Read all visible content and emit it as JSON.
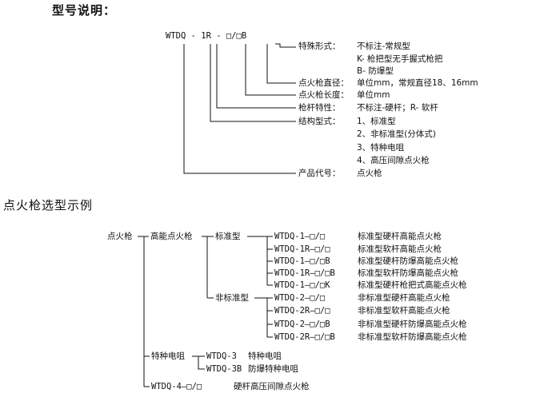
{
  "sections": {
    "model_title": "型号说明：",
    "example_title": "点火枪选型示例"
  },
  "model": {
    "code": "WTDQ - 1R - □/□B",
    "labels": {
      "special_form": "特殊形式：",
      "diameter": "点火枪直径：",
      "length": "点火枪长度：",
      "rod": "枪杆特性：",
      "structure": "结构型式：",
      "product": "产品代号："
    },
    "values": {
      "special_form": [
        "不标注-常规型",
        "K- 枪把型无手握式枪把",
        "B- 防爆型"
      ],
      "diameter": "单位mm，常规直径18、16mm",
      "length": "单位mm",
      "rod": "不标注-硬杆；R- 软杆",
      "structure": [
        "1、标准型",
        "2、非标准型(分体式)",
        "3、特种电咀",
        "4、高压间隙点火枪"
      ],
      "product": "点火枪"
    }
  },
  "tree": {
    "root": "点火枪",
    "high_energy": "高能点火枪",
    "standard": "标准型",
    "nonstandard": "非标准型",
    "special_nozzle": "特种电咀",
    "standard_items": [
      {
        "code": "WTDQ-1—□/□",
        "desc": "标准型硬杆高能点火枪"
      },
      {
        "code": "WTDQ-1R—□/□",
        "desc": "标准型软杆高能点火枪"
      },
      {
        "code": "WTDQ-1—□/□B",
        "desc": "标准型硬杆防爆高能点火枪"
      },
      {
        "code": "WTDQ-1R—□/□B",
        "desc": "标准型软杆防爆高能点火枪"
      },
      {
        "code": "WTDQ-1—□/□K",
        "desc": "标准型硬杆枪把式高能点火枪"
      }
    ],
    "nonstandard_items": [
      {
        "code": "WTDQ-2—□/□",
        "desc": "非标准型硬杆高能点火枪"
      },
      {
        "code": "WTDQ-2R—□/□",
        "desc": "非标准型软杆高能点火枪"
      },
      {
        "code": "WTDQ-2—□/□B",
        "desc": "非标准型硬杆防爆高能点火枪"
      },
      {
        "code": "WTDQ-2R—□/□B",
        "desc": "非标准型软杆防爆高能点火枪"
      }
    ],
    "special_items": [
      {
        "code": "WTDQ-3",
        "desc": "特种电咀"
      },
      {
        "code": "WTDQ-3B",
        "desc": "防爆特种电咀"
      }
    ],
    "gap_item": {
      "code": "WTDQ-4—□/□",
      "desc": "硬杆高压间隙点火枪"
    }
  }
}
